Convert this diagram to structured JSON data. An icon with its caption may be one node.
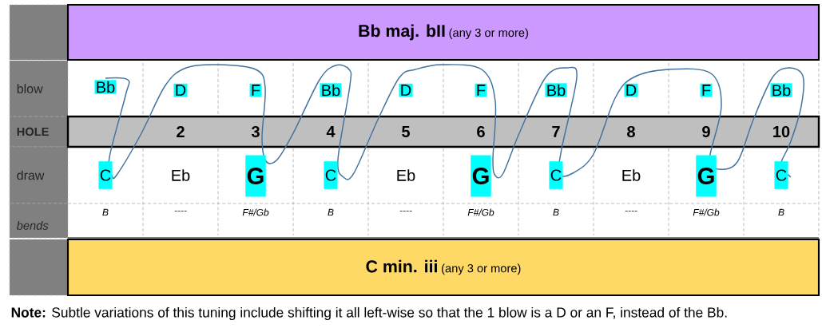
{
  "diagram": {
    "nodes": [
      {
        "text": [
          "Bb maj. bII",
          "(any 3 or more)"
        ]
      },
      {
        "text": [
          "C min. iii",
          "(any 3 or more)"
        ]
      }
    ],
    "labels": [
      "blow",
      "Bb",
      "D",
      "F",
      "Bb",
      "D",
      "F",
      "Bb",
      "D",
      "F",
      "Bb",
      "HOLE",
      "2",
      "3",
      "4",
      "5",
      "6",
      "7",
      "8",
      "9",
      "10",
      "draw",
      "C",
      "Eb",
      "G",
      "C",
      "Eb",
      "G",
      "C",
      "Eb",
      "G",
      "C",
      "bends",
      "B",
      "----",
      "F#/Gb",
      "B",
      "----",
      "F#/Gb",
      "B",
      "----",
      "F#/Gb",
      "B",
      "**Note:**  Subtle variations of this tuning include shifting it all left-wise so that the 1 blow is a D or an F, instead of the Bb."
    ]
  }
}
